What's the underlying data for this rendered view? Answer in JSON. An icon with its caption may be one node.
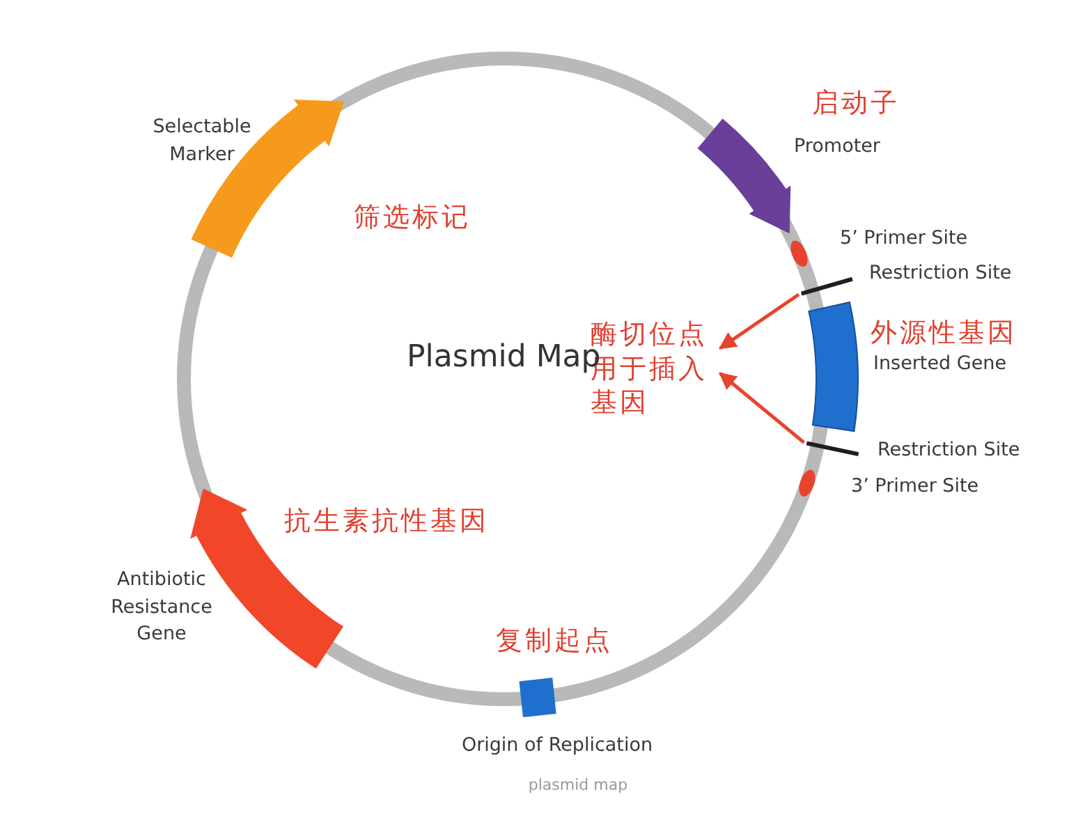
{
  "diagram": {
    "title": "Plasmid Map",
    "caption": "plasmid map",
    "nodes": [
      {
        "text": [
          "酶切位点用于插入基因"
        ]
      },
      {
        "text": [],
        "shape": "bar"
      },
      {
        "text": [],
        "shape": "bar"
      }
    ],
    "edges": [
      {
        "from": 1,
        "to": 0,
        "arrow": "to"
      },
      {
        "from": 2,
        "to": 0,
        "arrow": "to"
      }
    ],
    "labels": [
      "启动子",
      "Selectable Marker",
      "Promoter",
      "筛选标记",
      "5’ Primer Site",
      "Restriction Site",
      "外源性基因",
      "Inserted Gene",
      "Restriction Site",
      "3’ Primer Site",
      "抗生素抗性基因",
      "Antibiotic Resistance Gene",
      "复制起点",
      "Origin of Replication"
    ]
  }
}
